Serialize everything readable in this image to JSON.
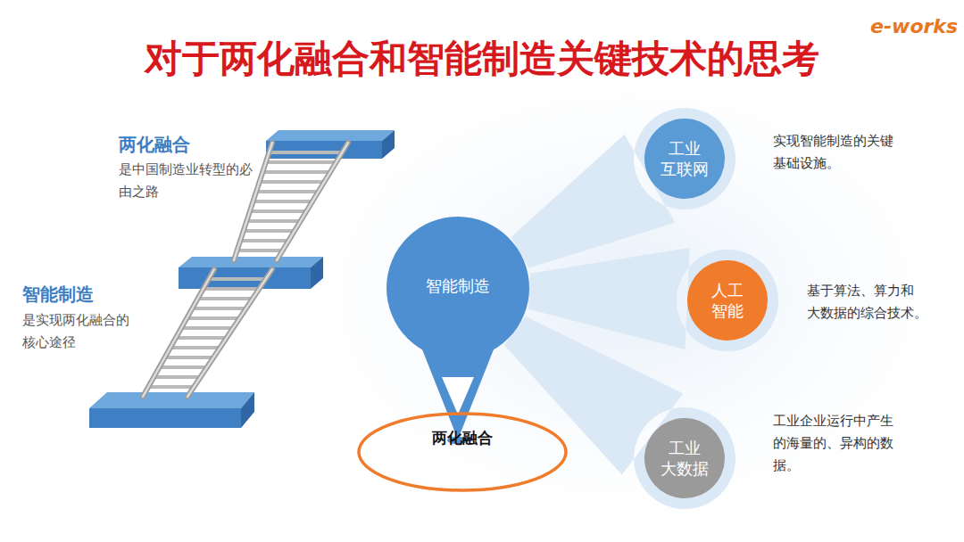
{
  "diagram": {
    "title": "对于两化融合和智能制造关键技术的思考",
    "nodes": [
      {
        "text": [
          "智能制造"
        ]
      },
      {
        "text": [
          "工业 互联网"
        ]
      },
      {
        "text": [
          "人工 智能"
        ]
      },
      {
        "text": [
          "工业 大数据"
        ]
      },
      {
        "text": [
          "两化融合"
        ]
      }
    ],
    "edges": [
      {
        "from": 0,
        "to": 1,
        "arrow": "none"
      },
      {
        "from": 0,
        "to": 2,
        "arrow": "none"
      },
      {
        "from": 0,
        "to": 3,
        "arrow": "none"
      }
    ],
    "labels": [
      "e-works",
      "两化融合",
      "是中国制造业转型的必 由之路",
      "智能制造",
      "是实现两化融合的 核心途径",
      "实现智能制造的关键 基础设施。",
      "基于算法、算力和 大数据的综合技术。",
      "工业企业运行中产生 的海量的、异构的数 据。"
    ]
  }
}
